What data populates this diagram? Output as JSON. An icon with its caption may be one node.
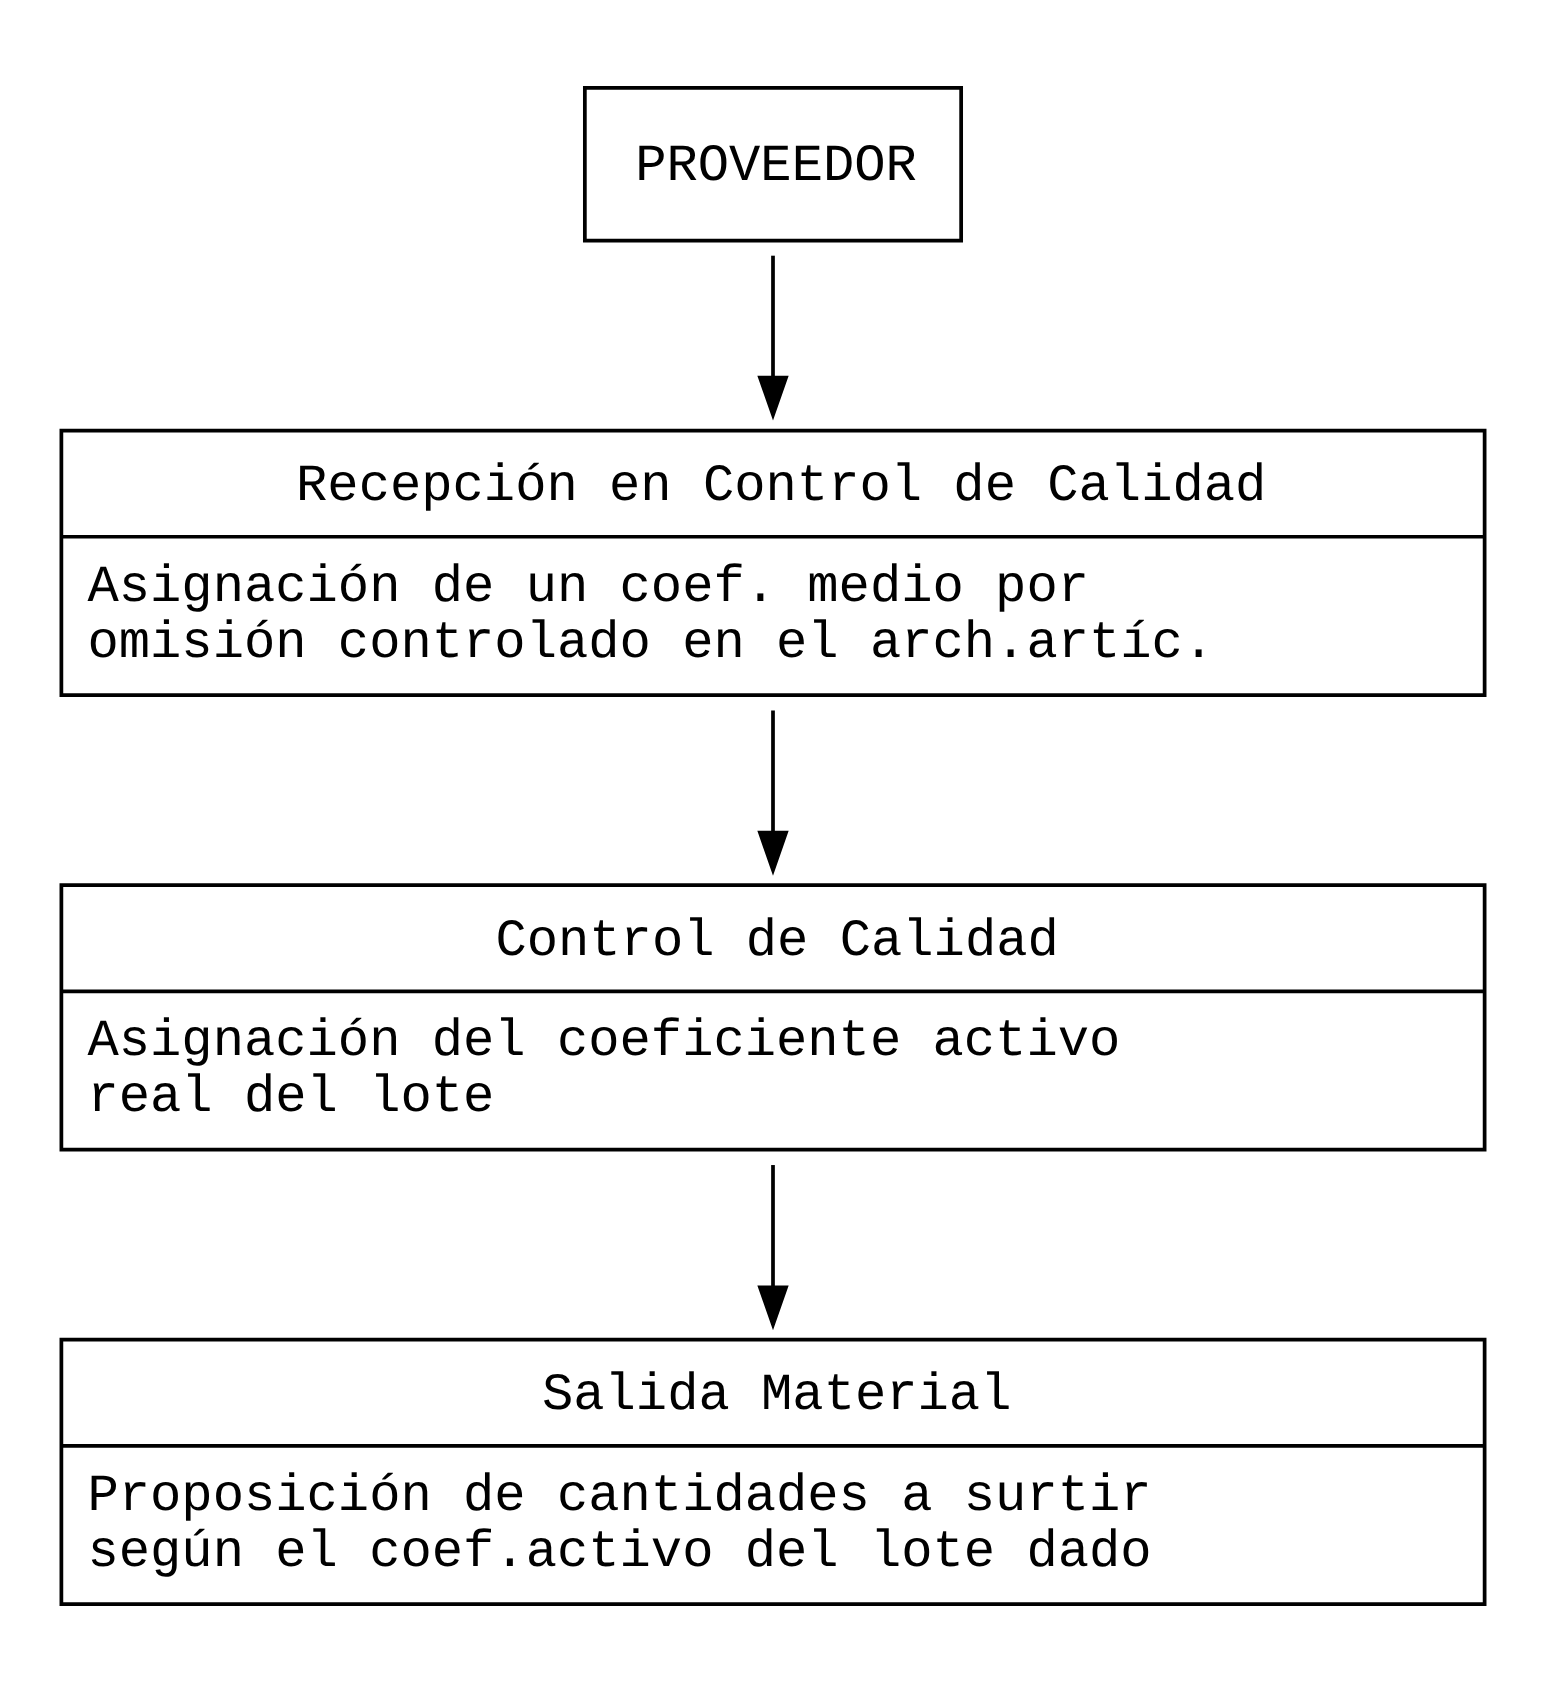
{
  "diagram": {
    "nodes": [
      {
        "text": [
          "PROVEEDOR"
        ]
      },
      {
        "text": [
          "Recepción en Control de Calidad",
          "Asignación de un coef. medio por omisión controlado en el arch.artíc."
        ]
      },
      {
        "text": [
          "Control de Calidad",
          "Asignación del coeficiente activo real del lote"
        ]
      },
      {
        "text": [
          "Salida Material",
          "Proposición de cantidades a surtir según el coef.activo del lote dado"
        ]
      }
    ],
    "edges": [
      {
        "from": 0,
        "to": 1,
        "arrow": "to"
      },
      {
        "from": 1,
        "to": 2,
        "arrow": "to"
      },
      {
        "from": 2,
        "to": 3,
        "arrow": "to"
      }
    ]
  }
}
